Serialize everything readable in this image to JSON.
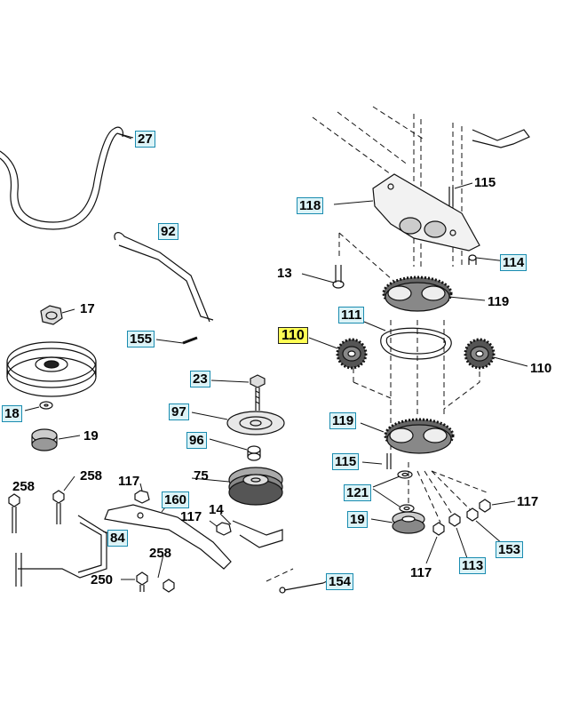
{
  "diagram": {
    "callouts": [
      {
        "id": "c27",
        "text": "27",
        "style": "boxed"
      },
      {
        "id": "c118",
        "text": "118",
        "style": "boxed"
      },
      {
        "id": "c115a",
        "text": "115",
        "style": "plain"
      },
      {
        "id": "c92",
        "text": "92",
        "style": "boxed"
      },
      {
        "id": "c114",
        "text": "114",
        "style": "boxed"
      },
      {
        "id": "c13",
        "text": "13",
        "style": "plain"
      },
      {
        "id": "c119a",
        "text": "119",
        "style": "plain"
      },
      {
        "id": "c17",
        "text": "17",
        "style": "plain"
      },
      {
        "id": "c111",
        "text": "111",
        "style": "boxed"
      },
      {
        "id": "c110a",
        "text": "110",
        "style": "highlight"
      },
      {
        "id": "c155",
        "text": "155",
        "style": "boxed"
      },
      {
        "id": "c110b",
        "text": "110",
        "style": "plain"
      },
      {
        "id": "c23",
        "text": "23",
        "style": "boxed"
      },
      {
        "id": "c18",
        "text": "18",
        "style": "boxed"
      },
      {
        "id": "c97",
        "text": "97",
        "style": "boxed"
      },
      {
        "id": "c119b",
        "text": "119",
        "style": "boxed"
      },
      {
        "id": "c19a",
        "text": "19",
        "style": "plain"
      },
      {
        "id": "c96",
        "text": "96",
        "style": "boxed"
      },
      {
        "id": "c115b",
        "text": "115",
        "style": "boxed"
      },
      {
        "id": "c258a",
        "text": "258",
        "style": "plain"
      },
      {
        "id": "c258b",
        "text": "258",
        "style": "plain"
      },
      {
        "id": "c117a",
        "text": "117",
        "style": "plain"
      },
      {
        "id": "c75",
        "text": "75",
        "style": "plain"
      },
      {
        "id": "c121",
        "text": "121",
        "style": "boxed"
      },
      {
        "id": "c160",
        "text": "160",
        "style": "boxed"
      },
      {
        "id": "c117b",
        "text": "117",
        "style": "plain"
      },
      {
        "id": "c117c",
        "text": "117",
        "style": "plain"
      },
      {
        "id": "c14",
        "text": "14",
        "style": "plain"
      },
      {
        "id": "c19b",
        "text": "19",
        "style": "boxed"
      },
      {
        "id": "c84",
        "text": "84",
        "style": "boxed"
      },
      {
        "id": "c153",
        "text": "153",
        "style": "boxed"
      },
      {
        "id": "c113",
        "text": "113",
        "style": "boxed"
      },
      {
        "id": "c258c",
        "text": "258",
        "style": "plain"
      },
      {
        "id": "c117d",
        "text": "117",
        "style": "plain"
      },
      {
        "id": "c250",
        "text": "250",
        "style": "plain"
      },
      {
        "id": "c154",
        "text": "154",
        "style": "boxed"
      }
    ]
  }
}
